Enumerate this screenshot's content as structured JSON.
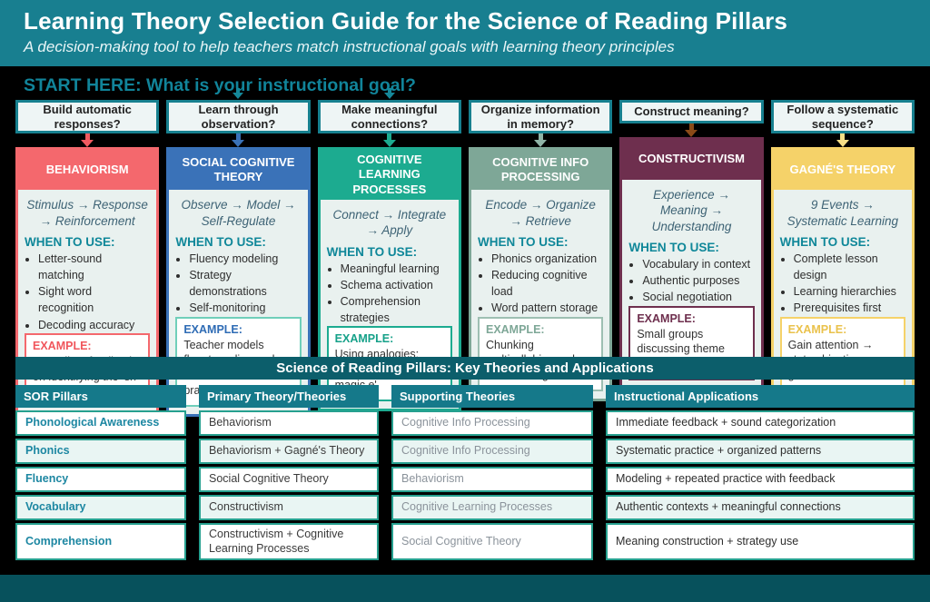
{
  "header": {
    "title": "Learning Theory Selection Guide for the Science of Reading Pillars",
    "subtitle": "A decision-making tool to help teachers match instructional goals with learning theory principles"
  },
  "start_here": "START HERE: What is your instructional goal?",
  "labels": {
    "when_to_use": "WHEN TO USE:",
    "example": "EXAMPLE:"
  },
  "columns": [
    {
      "question": "Build automatic responses?",
      "theory": "BEHAVIORISM",
      "flow": "Stimulus → Response → Reinforcement",
      "when_to_use": [
        "Letter-sound matching",
        "Sight word recognition",
        "Decoding accuracy"
      ],
      "example": "Immediate feedback on identifying the ‘sh’ sound",
      "color": "#f4686d",
      "arrow_color": "#f05a60",
      "example_border": "#f4686d",
      "example_label_color": "#f0565c"
    },
    {
      "question": "Learn through observation?",
      "theory": "SOCIAL COGNITIVE THEORY",
      "flow": "Observe → Model → Self-Regulate",
      "when_to_use": [
        "Fluency modeling",
        "Strategy demonstrations",
        "Self-monitoring"
      ],
      "example": "Teacher models fluent reading and then students practice",
      "color": "#3a72b8",
      "arrow_color": "#3a72b8",
      "example_border": "#6fcfba",
      "example_label_color": "#2f6cb5"
    },
    {
      "question": "Make meaningful connections?",
      "theory": "COGNITIVE LEARNING PROCESSES",
      "flow": "Connect → Integrate → Apply",
      "when_to_use": [
        "Meaningful learning",
        "Schema activation",
        "Comprehension strategies"
      ],
      "example": "Using analogies: 'CVCe works like magic e'",
      "color": "#1cab90",
      "arrow_color": "#1cab90",
      "example_border": "#1cab90",
      "example_label_color": "#16a189"
    },
    {
      "question": "Organize information in memory?",
      "theory": "COGNITIVE INFO PROCESSING",
      "flow": "Encode → Organize → Retrieve",
      "when_to_use": [
        "Phonics organization",
        "Reducing cognitive load",
        "Word pattern storage"
      ],
      "example": "Chunking multisyllabic words for decoding",
      "color": "#7ea797",
      "arrow_color": "#8fb3a6",
      "example_border": "#9dbfb2",
      "example_label_color": "#7ea797"
    },
    {
      "question": "Construct meaning?",
      "theory": "CONSTRUCTIVISM",
      "flow": "Experience → Meaning → Understanding",
      "when_to_use": [
        "Vocabulary in context",
        "Authentic purposes",
        "Social negotiation"
      ],
      "example": "Small groups discussing theme and interpretation",
      "color": "#6e2f4e",
      "arrow_color": "#8a4a17",
      "example_border": "#6e2f4e",
      "example_label_color": "#6e2f4e"
    },
    {
      "question": "Follow a systematic sequence?",
      "theory": "GAGNÉ'S THEORY",
      "flow": "9 Events → Systematic Learning",
      "when_to_use": [
        "Complete lesson design",
        "Learning hierarchies",
        "Prerequisites first"
      ],
      "example": "Gain attention → state objective → guide → assess",
      "color": "#f5d269",
      "arrow_color": "#f7df86",
      "example_border": "#f5d269",
      "example_label_color": "#eac24c"
    }
  ],
  "table": {
    "title": "Science of Reading Pillars: Key Theories and Applications",
    "columns": [
      "SOR Pillars",
      "Primary Theory/Theories",
      "Supporting Theories",
      "Instructional Applications"
    ],
    "rows": [
      {
        "pillar": "Phonological Awareness",
        "primary": "Behaviorism",
        "supporting": "Cognitive Info Processing",
        "applications": "Immediate feedback + sound categorization"
      },
      {
        "pillar": "Phonics",
        "primary": "Behaviorism + Gagné's Theory",
        "supporting": "Cognitive Info Processing",
        "applications": "Systematic practice + organized patterns"
      },
      {
        "pillar": "Fluency",
        "primary": "Social Cognitive Theory",
        "supporting": "Behaviorism",
        "applications": "Modeling + repeated practice with feedback"
      },
      {
        "pillar": "Vocabulary",
        "primary": "Constructivism",
        "supporting": "Cognitive Learning Processes",
        "applications": "Authentic contexts + meaningful connections"
      },
      {
        "pillar": "Comprehension",
        "primary": "Constructivism + Cognitive Learning Processes",
        "supporting": "Social Cognitive Theory",
        "applications": "Meaning construction + strategy use"
      }
    ]
  },
  "colors": {
    "header_band": "#187f90",
    "start_here_text": "#11849a",
    "question_border": "#17808f",
    "card_body_bg": "#e9f1ef",
    "when_label": "#0f8799",
    "table_title_bg": "#0c5e6b",
    "table_header_bg": "#15798a",
    "row_border": "#26a08f",
    "pillar_text": "#1d87a2",
    "supporting_text": "#8b939b",
    "bottom_strip": "#07515c"
  }
}
